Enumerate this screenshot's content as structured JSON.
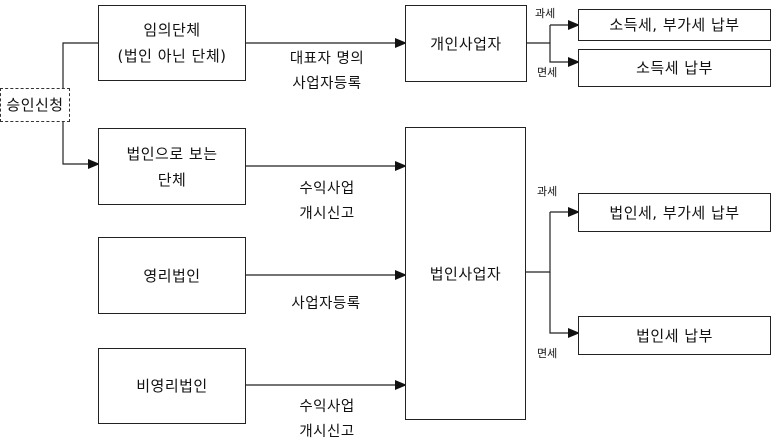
{
  "nodes": {
    "apply": "승인신청",
    "temp_org_line1": "임의단체",
    "temp_org_line2": "(법인 아닌 단체)",
    "corp_like_line1": "법인으로 보는",
    "corp_like_line2": "단체",
    "for_profit": "영리법인",
    "non_profit": "비영리법인",
    "individual_biz": "개인사업자",
    "corporate_biz": "법인사업자",
    "ind_taxable_result": "소득세, 부가세 납부",
    "ind_exempt_result": "소득세 납부",
    "corp_taxable_result": "법인세, 부가세 납부",
    "corp_exempt_result": "법인세 납부"
  },
  "edge_labels": {
    "rep_line1": "대표자 명의",
    "rep_line2": "사업자등록",
    "income_line1": "수익사업",
    "income_line2": "개시신고",
    "biz_reg": "사업자등록",
    "income2_line1": "수익사업",
    "income2_line2": "개시신고",
    "taxable_top": "과세",
    "exempt_top": "면세",
    "taxable_bottom": "과세",
    "exempt_bottom": "면세"
  }
}
